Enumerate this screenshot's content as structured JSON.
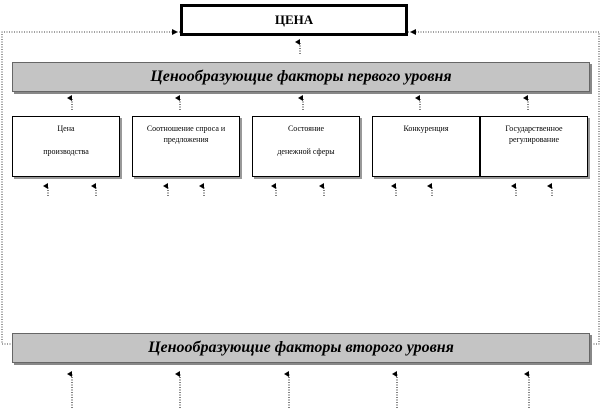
{
  "price_box": {
    "label": "ЦЕНА"
  },
  "first_level": {
    "label": "Ценообразующие факторы первого уровня"
  },
  "second_level": {
    "label": "Ценообразующие факторы второго уровня"
  },
  "factors": [
    {
      "line1": "Цена",
      "line2": "производства"
    },
    {
      "line1": "Соотношение спроса и предложения",
      "line2": ""
    },
    {
      "line1": "Состояние",
      "line2": "денежной сферы"
    },
    {
      "line1": "Конкуренция",
      "line2": ""
    },
    {
      "line1": "Государственное регулирование",
      "line2": ""
    }
  ]
}
